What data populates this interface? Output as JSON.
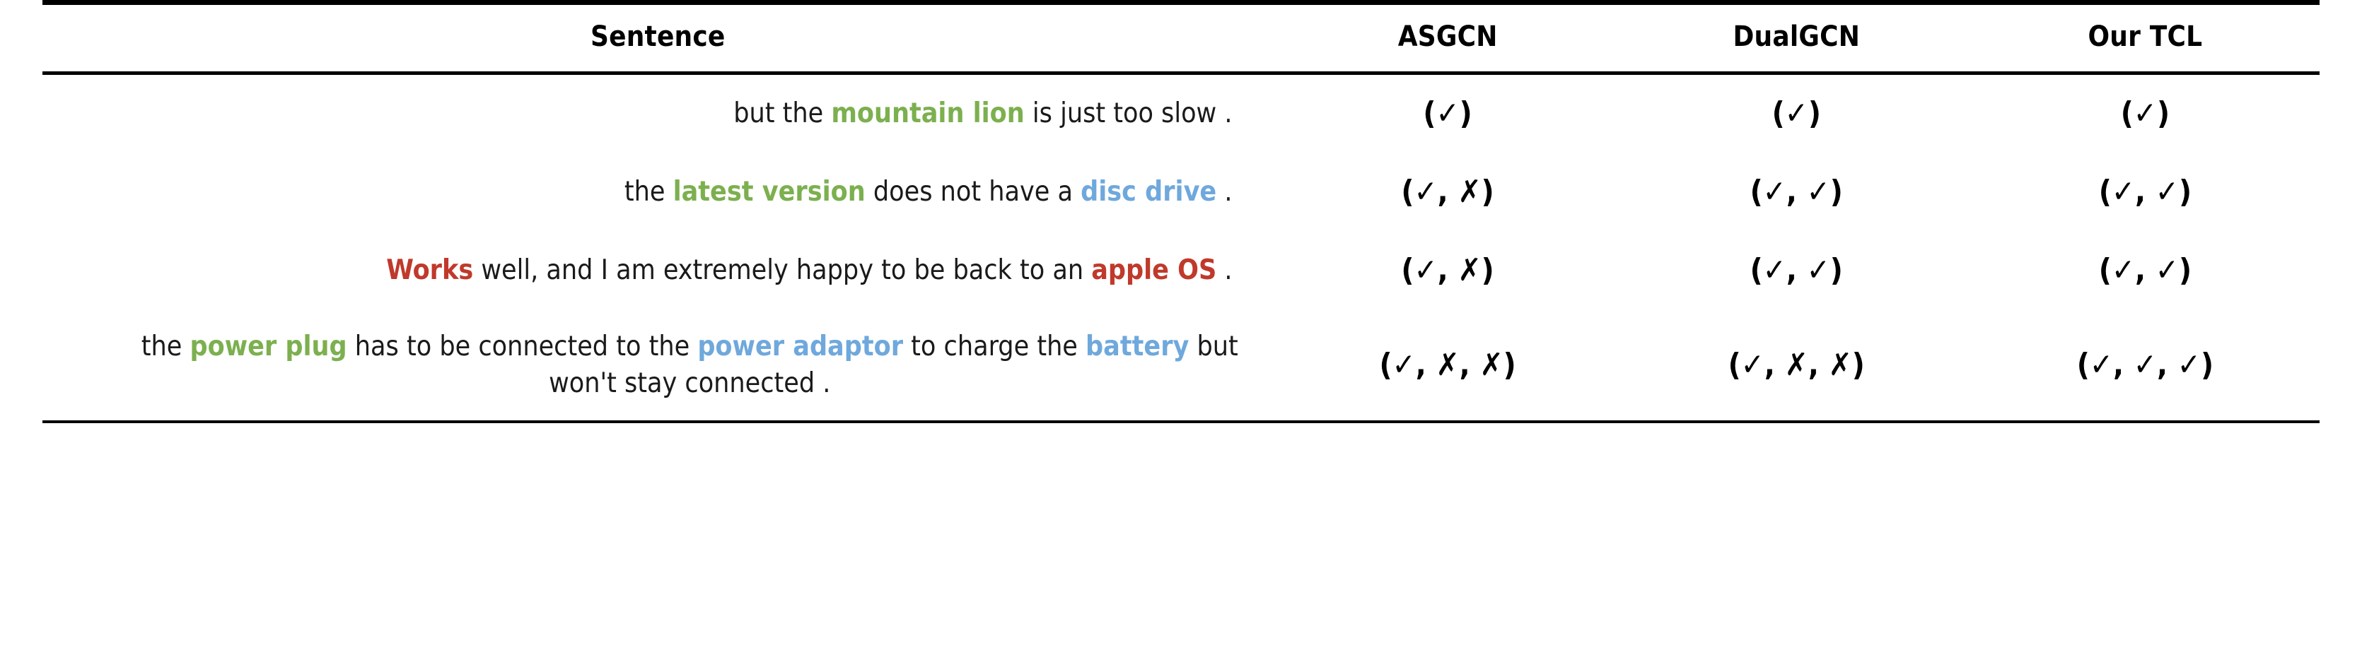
{
  "table": {
    "columns": [
      {
        "key": "sentence",
        "label": "Sentence"
      },
      {
        "key": "asgcn",
        "label": "ASGCN"
      },
      {
        "key": "dualgcn",
        "label": "DualGCN"
      },
      {
        "key": "tcl",
        "label": "Our TCL"
      }
    ],
    "colors": {
      "aspect_green": "#7cb04f",
      "aspect_blue": "#6fa8dc",
      "aspect_red": "#c0392b",
      "text": "#1a1a1a",
      "rule": "#000000"
    },
    "symbols": {
      "tick": "✓",
      "cross": "✗",
      "open_paren": "(",
      "close_paren": ")",
      "separator": ", "
    },
    "rows": [
      {
        "id": "row-1",
        "sentence_plain": "but the mountain lion is just too slow .",
        "segments": [
          {
            "text": "but the ",
            "color": "plain"
          },
          {
            "text": "mountain lion",
            "color": "green"
          },
          {
            "text": " is just too slow .",
            "color": "plain"
          }
        ],
        "asgcn": "(✓)",
        "dualgcn": "(✓)",
        "tcl": "(✓)"
      },
      {
        "id": "row-2",
        "sentence_plain": "the latest version does not have a disc drive .",
        "segments": [
          {
            "text": "the ",
            "color": "plain"
          },
          {
            "text": "latest version",
            "color": "green"
          },
          {
            "text": " does not have a ",
            "color": "plain"
          },
          {
            "text": "disc drive",
            "color": "blue"
          },
          {
            "text": " .",
            "color": "plain"
          }
        ],
        "asgcn": "(✓, ✗)",
        "dualgcn": "(✓, ✓)",
        "tcl": "(✓, ✓)"
      },
      {
        "id": "row-3",
        "sentence_plain": "Works well, and I am extremely happy to be back to an apple OS .",
        "segments": [
          {
            "text": "Works",
            "color": "red"
          },
          {
            "text": " well, and I am extremely happy to be back to an ",
            "color": "plain"
          },
          {
            "text": "apple OS",
            "color": "red"
          },
          {
            "text": " .",
            "color": "plain"
          }
        ],
        "asgcn": "(✓, ✗)",
        "dualgcn": "(✓, ✓)",
        "tcl": "(✓, ✓)"
      },
      {
        "id": "row-4",
        "sentence_plain": "the power plug has to be connected to the power adaptor to charge the battery but won't stay connected .",
        "segments": [
          {
            "text": "the ",
            "color": "plain"
          },
          {
            "text": "power plug",
            "color": "green"
          },
          {
            "text": " has to be connected to the ",
            "color": "plain"
          },
          {
            "text": "power adaptor",
            "color": "blue"
          },
          {
            "text": " to charge the ",
            "color": "plain"
          },
          {
            "text": "battery",
            "color": "blue"
          },
          {
            "text": " but won't stay connected .",
            "color": "plain"
          }
        ],
        "wrap": true,
        "asgcn": "(✓, ✗, ✗)",
        "dualgcn": "(✓, ✗, ✗)",
        "tcl": "(✓, ✓, ✓)"
      }
    ]
  }
}
